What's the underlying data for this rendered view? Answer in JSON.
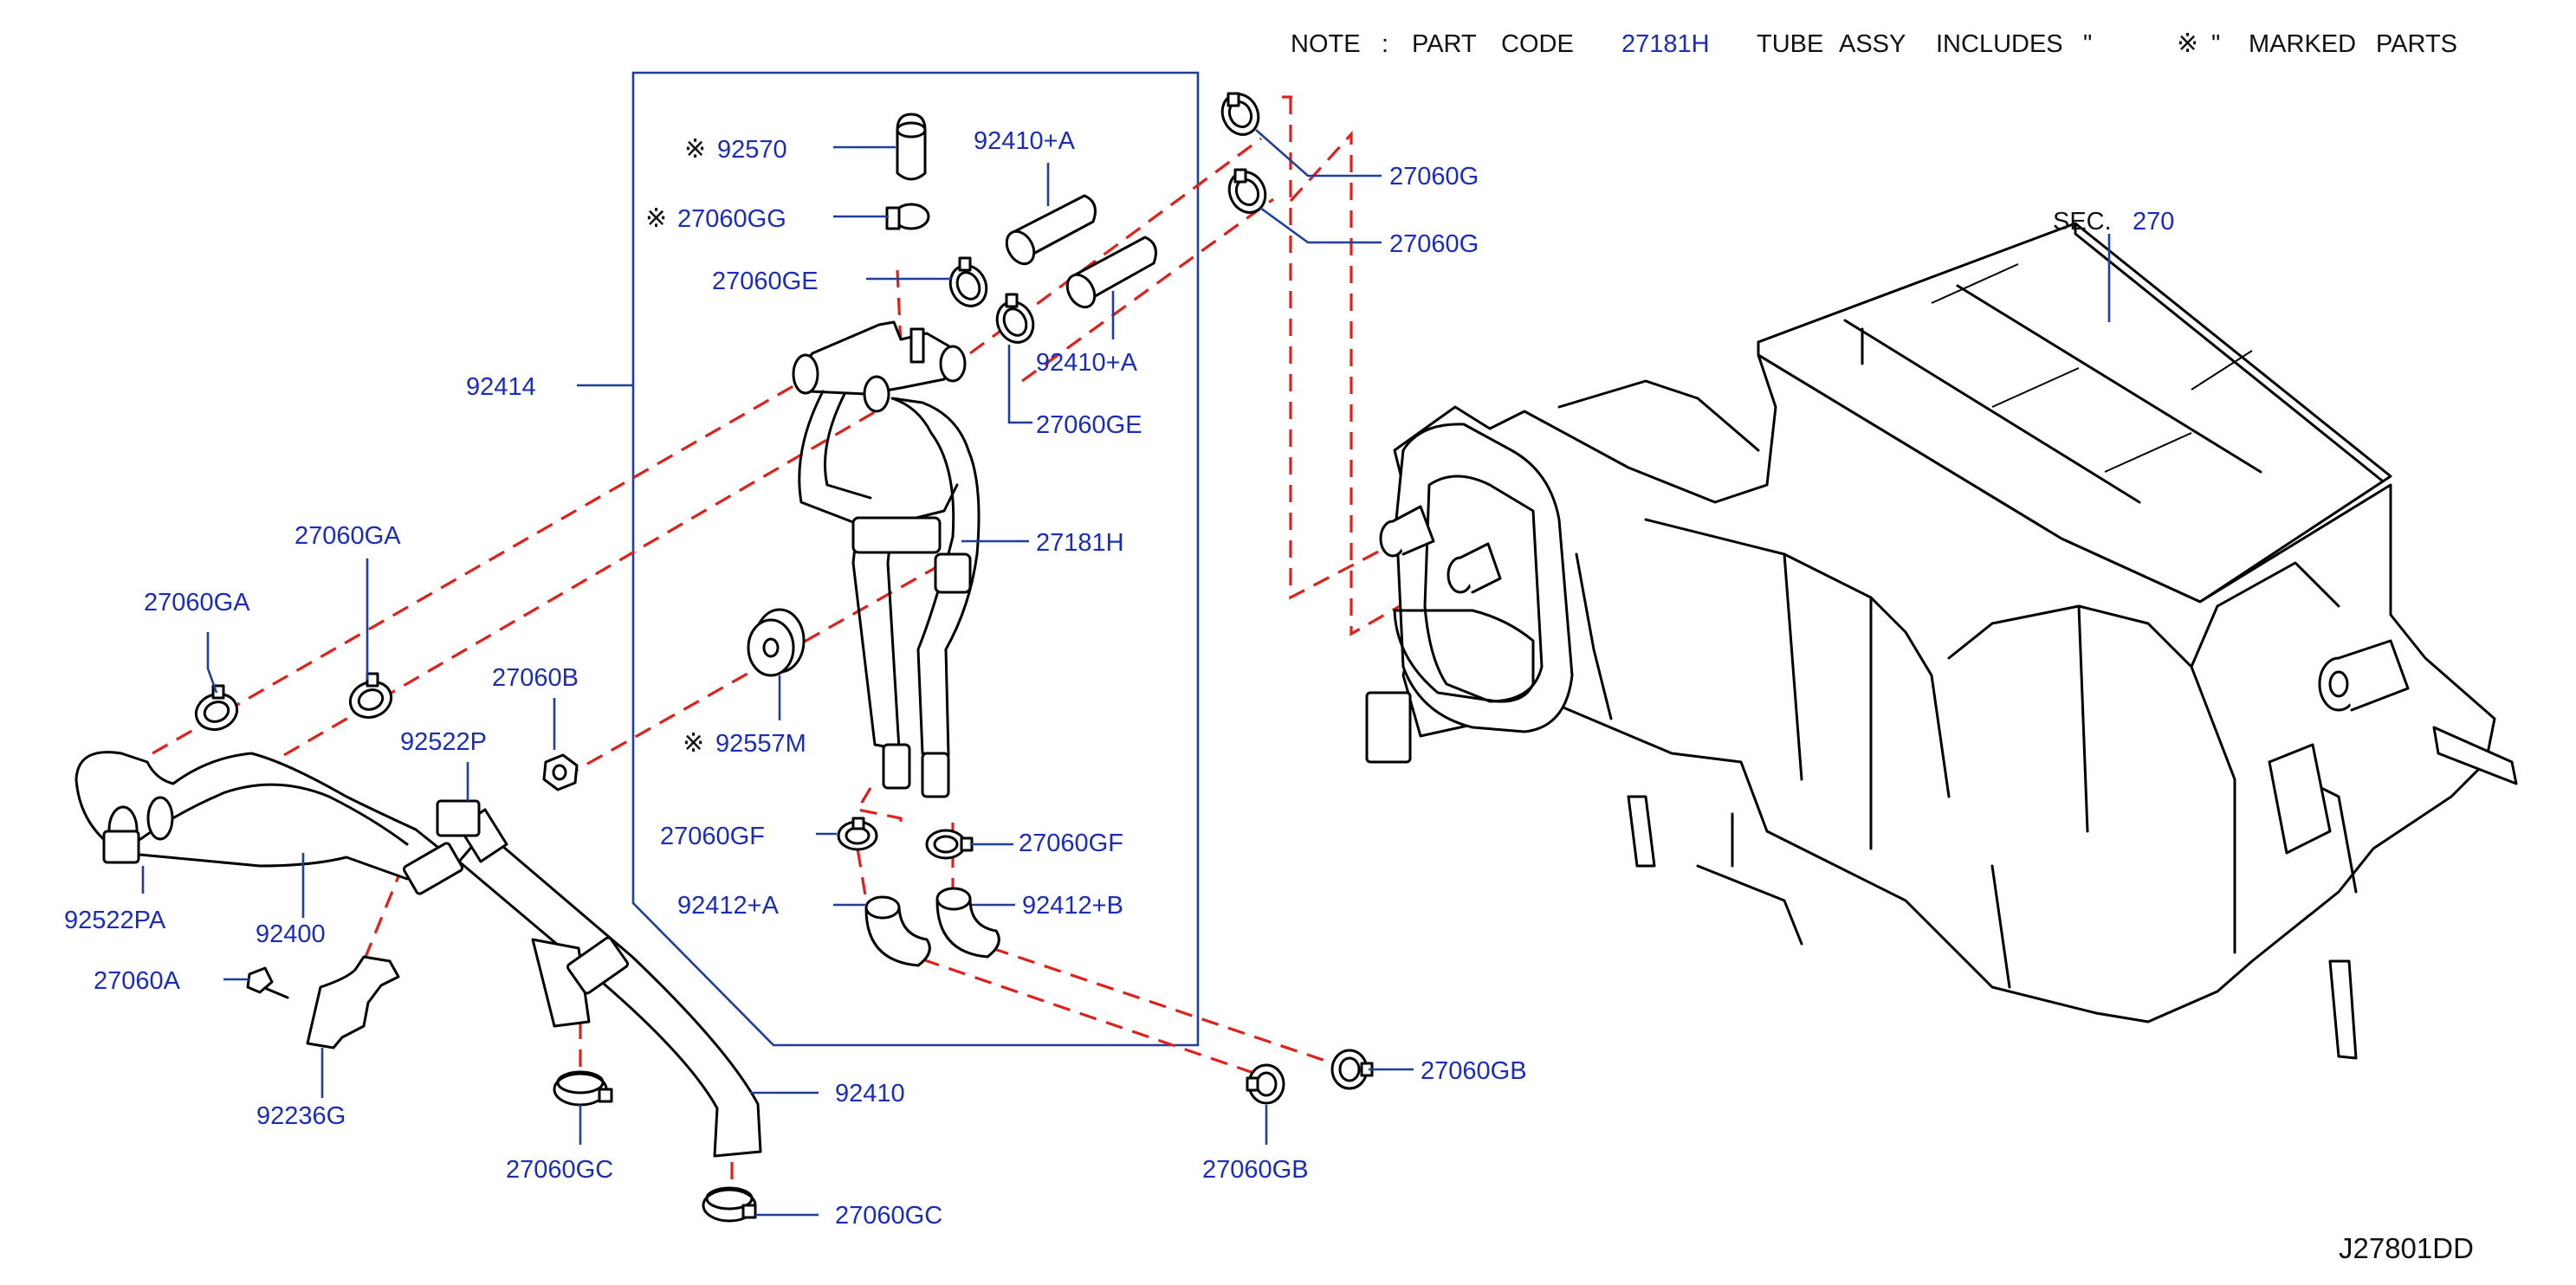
{
  "note": {
    "note_word": "NOTE",
    "sep": ":",
    "part_word": "PART",
    "code_word": "CODE",
    "code": "27181H",
    "tube_word": "TUBE",
    "assy_word": "ASSY",
    "includes_word": "INCLUDES",
    "quote_open": "\"",
    "mark": "※",
    "quote_close": "\"",
    "marked_word": "MARKED",
    "parts_word": "PARTS"
  },
  "sec": {
    "prefix": "SEC.",
    "number": "270"
  },
  "mark_symbol": "※",
  "callouts": {
    "p92570": "92570",
    "p27060GG": "27060GG",
    "p92410A_top": "92410+A",
    "p27060GE_left": "27060GE",
    "p92410A_mid": "92410+A",
    "p27060GE_right": "27060GE",
    "p27060G_1": "27060G",
    "p27060G_2": "27060G",
    "p92414": "92414",
    "p27181H": "27181H",
    "p27060GA_1": "27060GA",
    "p27060GA_2": "27060GA",
    "p27060B": "27060B",
    "p92557M": "92557M",
    "p92522P": "92522P",
    "p92522PA": "92522PA",
    "p92400": "92400",
    "p27060A": "27060A",
    "p92236G": "92236G",
    "p27060GF_left": "27060GF",
    "p27060GF_right": "27060GF",
    "p92412A": "92412+A",
    "p92412B": "92412+B",
    "p92410": "92410",
    "p27060GC_1": "27060GC",
    "p27060GC_2": "27060GC",
    "p27060GB_1": "27060GB",
    "p27060GB_2": "27060GB"
  },
  "diagram_code": "J27801DD",
  "colors": {
    "label": "#1b2db8",
    "leader": "#1f3f9a",
    "dashed": "#e0201b",
    "line": "#000000"
  }
}
